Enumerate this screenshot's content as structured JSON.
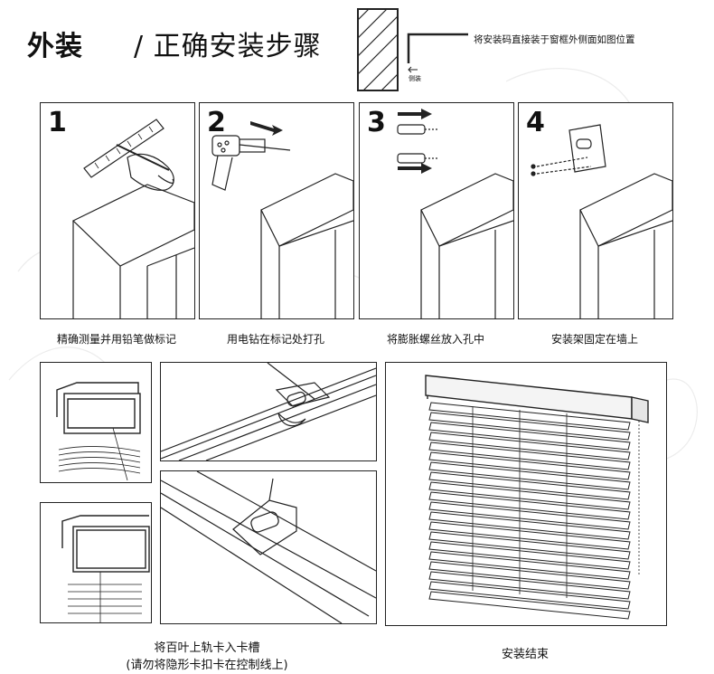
{
  "header": {
    "title_bold": "外装",
    "title_rest": "/ 正确安装步骤",
    "note": "将安装码直接装于窗框外侧面如图位置",
    "side_label": "侧装"
  },
  "steps": [
    {
      "number": "1",
      "caption": "精确测量并用铅笔做标记"
    },
    {
      "number": "2",
      "caption": "用电钻在标记处打孔"
    },
    {
      "number": "3",
      "caption": "将膨胀螺丝放入孔中"
    },
    {
      "number": "4",
      "caption": "安装架固定在墙上"
    }
  ],
  "bottom": {
    "rail_caption_line1": "将百叶上轨卡入卡槽",
    "rail_caption_line2": "(请勿将隐形卡扣卡在控制线上)",
    "done_caption": "安装结束"
  }
}
